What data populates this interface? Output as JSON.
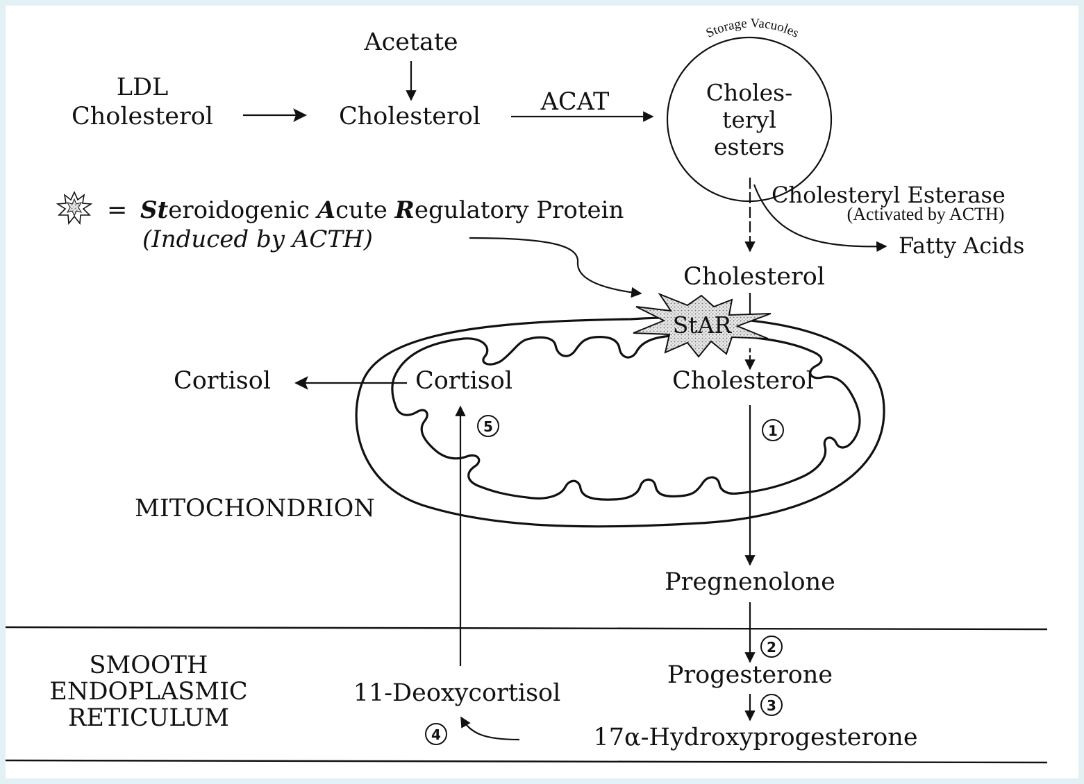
{
  "nodes": {
    "acetate": "Acetate",
    "ldl_line1": "LDL",
    "ldl_line2": "Cholesterol",
    "cholesterol_top": "Cholesterol",
    "acat": "ACAT",
    "storage_vacuoles": "Storage Vacuoles",
    "esters_line1": "Choles-",
    "esters_line2": "teryl",
    "esters_line3": "esters",
    "esterase": "Cholesteryl Esterase",
    "esterase_note": "(Activated by ACTH)",
    "fatty_acids": "Fatty Acids",
    "cholesterol_mid": "Cholesterol",
    "star": "StAR",
    "cholesterol_inner": "Cholesterol",
    "cortisol_inner": "Cortisol",
    "cortisol_outer": "Cortisol",
    "mitochondrion": "MITOCHONDRION",
    "pregnenolone": "Pregnenolone",
    "progesterone": "Progesterone",
    "hydroxyprogesterone": "17α-Hydroxyprogesterone",
    "deoxycortisol": "11-Deoxycortisol",
    "ser_line1": "SMOOTH",
    "ser_line2": "ENDOPLASMIC",
    "ser_line3": "RETICULUM"
  },
  "legend": {
    "equals": "=",
    "line1_segments": [
      {
        "text": "St",
        "style": "bold-italic"
      },
      {
        "text": "eroidogenic ",
        "style": "normal"
      },
      {
        "text": "A",
        "style": "bold-italic"
      },
      {
        "text": "cute ",
        "style": "normal"
      },
      {
        "text": "R",
        "style": "bold-italic"
      },
      {
        "text": "egulatory Protein",
        "style": "normal"
      }
    ],
    "line2": "(Induced by ACTH)"
  },
  "steps": [
    "1",
    "2",
    "3",
    "4",
    "5"
  ],
  "icons": {
    "legend_symbol": "star-burst-icon",
    "star_marker": "star-burst-icon"
  },
  "colors": {
    "frame": "#e3f0f4",
    "ink": "#111111",
    "star_fill": "#c8c8c8"
  }
}
